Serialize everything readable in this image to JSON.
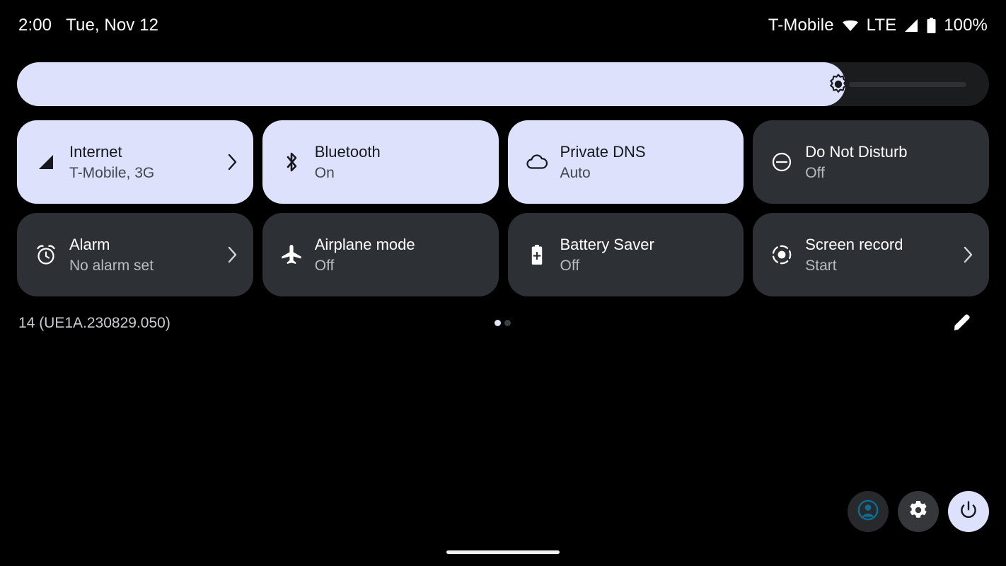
{
  "status_bar": {
    "time": "2:00",
    "date": "Tue, Nov 12",
    "carrier": "T-Mobile",
    "wifi_icon": "wifi-icon",
    "network_type": "LTE",
    "signal_icon": "signal-bars-icon",
    "battery_icon": "battery-full-icon",
    "battery_percent": "100%"
  },
  "brightness": {
    "icon": "brightness-icon",
    "level_percent": 85,
    "fill_color": "#dde1fb",
    "track_color": "#2f3033"
  },
  "tiles": [
    {
      "name": "internet",
      "icon": "signal-bars-icon",
      "title": "Internet",
      "subtitle": "T-Mobile, 3G",
      "state": "active",
      "has_chevron": true
    },
    {
      "name": "bluetooth",
      "icon": "bluetooth-icon",
      "title": "Bluetooth",
      "subtitle": "On",
      "state": "active",
      "has_chevron": false
    },
    {
      "name": "private-dns",
      "icon": "cloud-icon",
      "title": "Private DNS",
      "subtitle": "Auto",
      "state": "active",
      "has_chevron": false
    },
    {
      "name": "do-not-disturb",
      "icon": "do-not-disturb-icon",
      "title": "Do Not Disturb",
      "subtitle": "Off",
      "state": "inactive",
      "has_chevron": false
    },
    {
      "name": "alarm",
      "icon": "alarm-clock-icon",
      "title": "Alarm",
      "subtitle": "No alarm set",
      "state": "inactive",
      "has_chevron": true
    },
    {
      "name": "airplane-mode",
      "icon": "airplane-icon",
      "title": "Airplane mode",
      "subtitle": "Off",
      "state": "inactive",
      "has_chevron": false
    },
    {
      "name": "battery-saver",
      "icon": "battery-saver-icon",
      "title": "Battery Saver",
      "subtitle": "Off",
      "state": "inactive",
      "has_chevron": false
    },
    {
      "name": "screen-record",
      "icon": "screen-record-icon",
      "title": "Screen record",
      "subtitle": "Start",
      "state": "inactive",
      "has_chevron": true
    }
  ],
  "footer": {
    "build_label": "14 (UE1A.230829.050)",
    "page_count": 2,
    "active_page": 1,
    "edit_icon": "pencil-edit-icon"
  },
  "actions": {
    "user_icon": "user-avatar-icon",
    "settings_icon": "gear-icon",
    "power_icon": "power-icon",
    "user_icon_color": "#0f6d91",
    "power_button_color": "#dde1fb"
  },
  "colors": {
    "background": "#000000",
    "tile_active": "#dde1fb",
    "tile_inactive": "#2d3034",
    "text_on_active": "#16181d",
    "text_on_inactive": "#ffffff"
  },
  "navigation": {
    "home_indicator": "home-indicator"
  }
}
